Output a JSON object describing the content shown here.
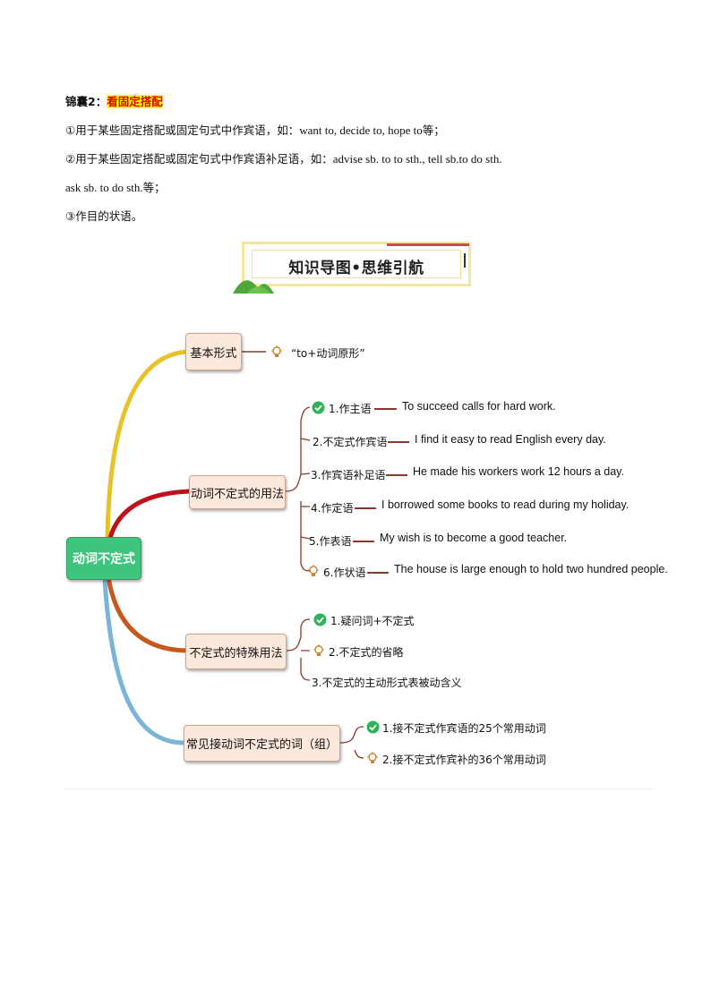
{
  "intro": {
    "heading_prefix": "锦囊2：",
    "heading_highlight": "看固定搭配",
    "item1_text": "①用于某些固定搭配或固定句式中作宾语，如：",
    "item1_examples": "want to, decide to, hope to",
    "item1_tail": "等；",
    "item2_text": "②用于某些固定搭配或固定句式中作宾语补足语，如：",
    "item2_examples": "advise sb. to to sth., tell sb.to do sth.",
    "item2_cont": "ask sb. to do sth.",
    "item2_tail": "等；",
    "item3_text": "③作目的状语。"
  },
  "banner": {
    "title": "知识导图•思维引航"
  },
  "mindmap": {
    "root": "动词不定式",
    "branches": [
      {
        "label": "基本形式",
        "color": "#e8c22a",
        "children": [
          {
            "label": "“to+动词原形”",
            "icon": "bulb-icon",
            "example": ""
          }
        ]
      },
      {
        "label": "动词不定式的用法",
        "color": "#c0101a",
        "children": [
          {
            "label": "1.作主语",
            "icon": "check-icon",
            "example": "To succeed calls for hard work."
          },
          {
            "label": "2.不定式作宾语",
            "icon": "",
            "example": "I find it easy to read English every day."
          },
          {
            "label": "3.作宾语补足语",
            "icon": "",
            "example": "He made his workers work 12 hours a day."
          },
          {
            "label": "4.作定语",
            "icon": "",
            "example": "I borrowed some books to read during my holiday."
          },
          {
            "label": "5.作表语",
            "icon": "",
            "example": "My wish is to become a good teacher."
          },
          {
            "label": "6.作状语",
            "icon": "bulb-icon",
            "example": "The house is large enough to hold two hundred people."
          }
        ]
      },
      {
        "label": "不定式的特殊用法",
        "color": "#c45a1e",
        "children": [
          {
            "label": "1.疑问词+不定式",
            "icon": "check-icon"
          },
          {
            "label": "2.不定式的省略",
            "icon": "bulb-icon"
          },
          {
            "label": "3.不定式的主动形式表被动含义",
            "icon": ""
          }
        ]
      },
      {
        "label": "常见接动词不定式的词（组）",
        "color": "#7ab4d8",
        "children": [
          {
            "label": "1.接不定式作宾语的25个常用动词",
            "icon": "check-icon"
          },
          {
            "label": "2.接不定式作宾补的36个常用动词",
            "icon": "bulb-icon"
          }
        ]
      }
    ]
  },
  "colors": {
    "check": "#2fb35a",
    "bulb": "#c9832c",
    "connector": "#8a3a2a"
  }
}
